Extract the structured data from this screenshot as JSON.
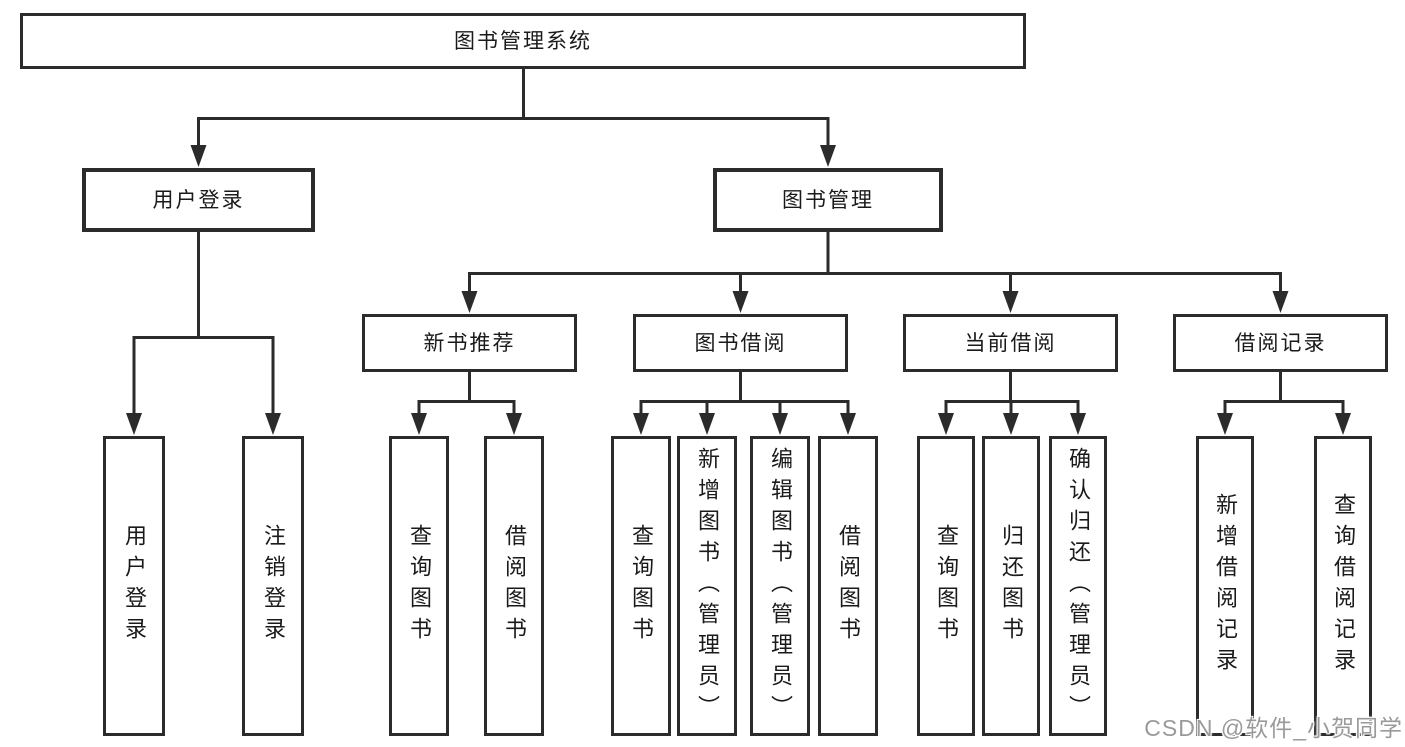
{
  "colors": {
    "background": "#ffffff",
    "line": "#2b2b2b",
    "text": "#1a1a1a",
    "watermark": "#9a9a9a"
  },
  "watermark": {
    "text": "CSDN @软件_小贺同学"
  },
  "tree": {
    "root": {
      "label": "图书管理系统",
      "children": [
        {
          "label": "用户登录",
          "children": [
            {
              "label": "用户登录"
            },
            {
              "label": "注销登录"
            }
          ]
        },
        {
          "label": "图书管理",
          "children": [
            {
              "label": "新书推荐",
              "children": [
                {
                  "label": "查询图书"
                },
                {
                  "label": "借阅图书"
                }
              ]
            },
            {
              "label": "图书借阅",
              "children": [
                {
                  "label": "查询图书"
                },
                {
                  "label": "新增图书（管理员）"
                },
                {
                  "label": "编辑图书（管理员）"
                },
                {
                  "label": "借阅图书"
                }
              ]
            },
            {
              "label": "当前借阅",
              "children": [
                {
                  "label": "查询图书"
                },
                {
                  "label": "归还图书"
                },
                {
                  "label": "确认归还（管理员）"
                }
              ]
            },
            {
              "label": "借阅记录",
              "children": [
                {
                  "label": "新增借阅记录"
                },
                {
                  "label": "查询借阅记录"
                }
              ]
            }
          ]
        }
      ]
    }
  }
}
